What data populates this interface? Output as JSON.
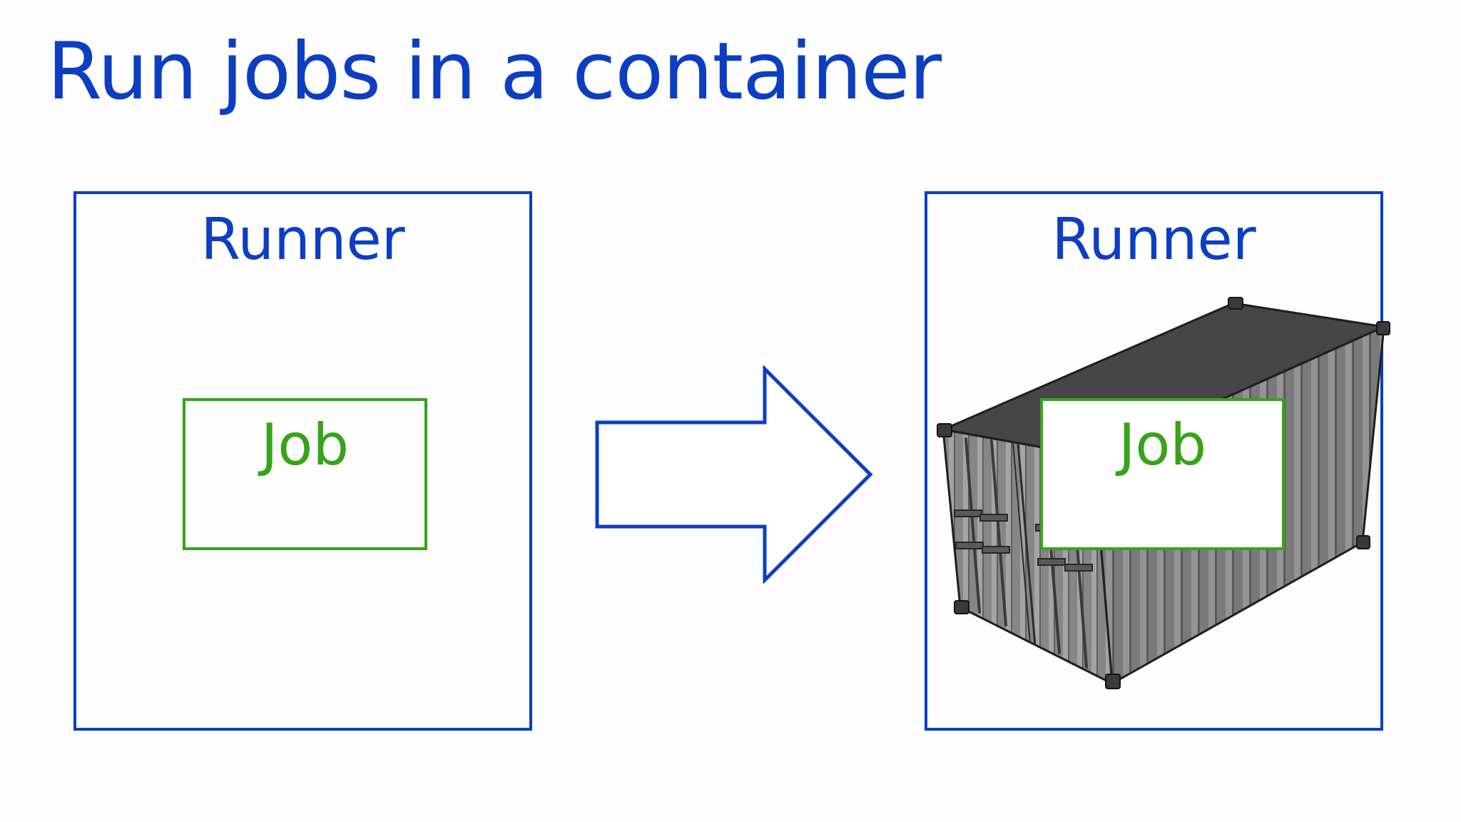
{
  "slide": {
    "title": "Run jobs in a container"
  },
  "left_panel": {
    "runner_label": "Runner",
    "job_label": "Job"
  },
  "right_panel": {
    "runner_label": "Runner",
    "job_label": "Job"
  },
  "colors": {
    "title": "#0d3ec2",
    "runner_border": "#0d3ec2",
    "job_border": "#37a318",
    "arrow_outline": "#0d3ec2",
    "container_body": "#737373",
    "container_roof": "#454545"
  },
  "icons": {
    "transition": "arrow-right-icon",
    "container": "shipping-container-icon"
  }
}
